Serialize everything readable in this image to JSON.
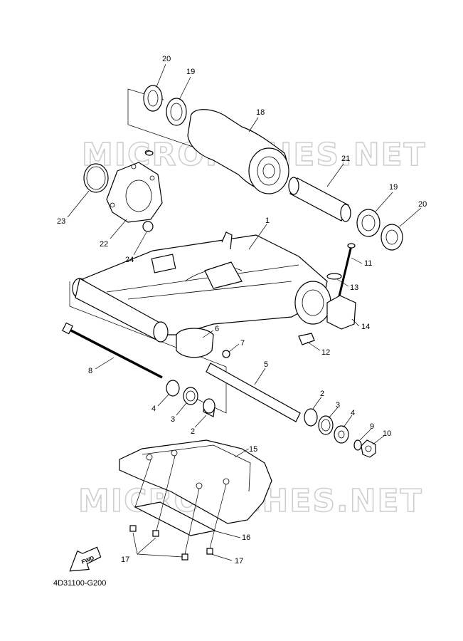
{
  "diagram_code": "4D31100-G200",
  "watermark": "MICROFICHES.NET",
  "fwd_label": "FWD",
  "callouts": [
    {
      "id": "c20a",
      "text": "20"
    },
    {
      "id": "c19a",
      "text": "19"
    },
    {
      "id": "c18",
      "text": "18"
    },
    {
      "id": "c21",
      "text": "21"
    },
    {
      "id": "c19b",
      "text": "19"
    },
    {
      "id": "c20b",
      "text": "20"
    },
    {
      "id": "c23",
      "text": "23"
    },
    {
      "id": "c22",
      "text": "22"
    },
    {
      "id": "c24",
      "text": "24"
    },
    {
      "id": "c1",
      "text": "1"
    },
    {
      "id": "c11",
      "text": "11"
    },
    {
      "id": "c13",
      "text": "13"
    },
    {
      "id": "c14",
      "text": "14"
    },
    {
      "id": "c12",
      "text": "12"
    },
    {
      "id": "c6",
      "text": "6"
    },
    {
      "id": "c7",
      "text": "7"
    },
    {
      "id": "c8",
      "text": "8"
    },
    {
      "id": "c5",
      "text": "5"
    },
    {
      "id": "c4a",
      "text": "4"
    },
    {
      "id": "c3a",
      "text": "3"
    },
    {
      "id": "c2a",
      "text": "2"
    },
    {
      "id": "c2b",
      "text": "2"
    },
    {
      "id": "c3b",
      "text": "3"
    },
    {
      "id": "c4b",
      "text": "4"
    },
    {
      "id": "c9",
      "text": "9"
    },
    {
      "id": "c10",
      "text": "10"
    },
    {
      "id": "c15",
      "text": "15"
    },
    {
      "id": "c16",
      "text": "16"
    },
    {
      "id": "c17a",
      "text": "17"
    },
    {
      "id": "c17b",
      "text": "17"
    }
  ]
}
